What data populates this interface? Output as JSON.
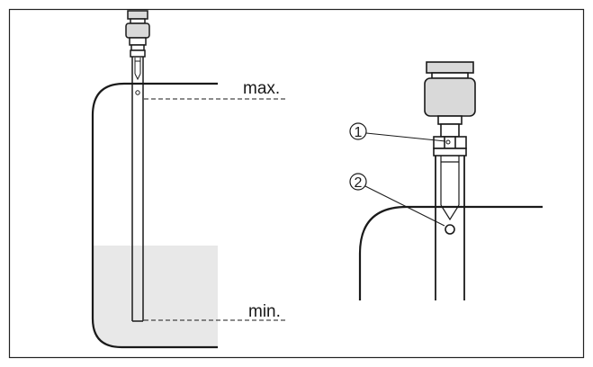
{
  "labels": {
    "max": "max.",
    "min": "min.",
    "callout_1": "1",
    "callout_2": "2"
  },
  "colors": {
    "frame": "#222222",
    "line": "#1a1a1a",
    "liquid": "#e8e8e8",
    "sensor_body": "#d9d9d9"
  }
}
